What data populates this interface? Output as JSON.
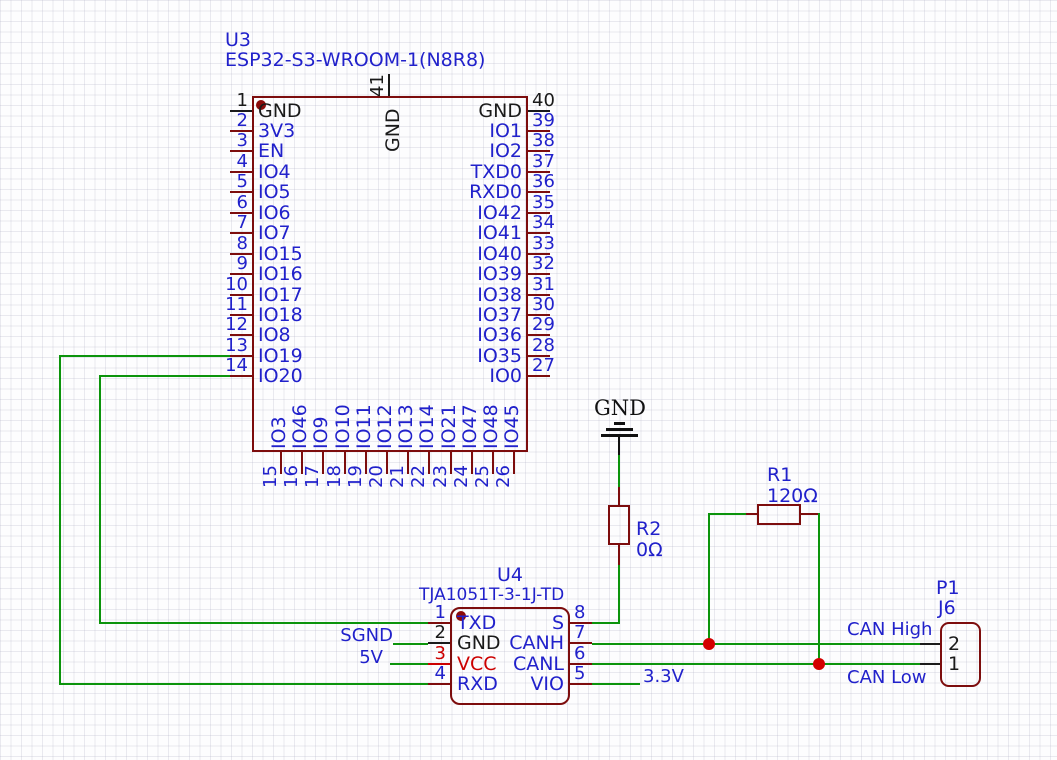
{
  "colors": {
    "wire_green": "#0c940c",
    "outline_maroon": "#7d0d0d",
    "text_blue": "#2121cb",
    "text_black": "#1a1a1a",
    "power_red": "#cc0000",
    "junction_red": "#d40000",
    "pin1_dot": "#8b0b0b"
  },
  "u3": {
    "ref": "U3",
    "value": "ESP32-S3-WROOM-1(N8R8)",
    "left_pins": [
      {
        "num": "1",
        "name": "GND",
        "type": "gnd"
      },
      {
        "num": "2",
        "name": "3V3",
        "type": "io"
      },
      {
        "num": "3",
        "name": "EN",
        "type": "io"
      },
      {
        "num": "4",
        "name": "IO4",
        "type": "io"
      },
      {
        "num": "5",
        "name": "IO5",
        "type": "io"
      },
      {
        "num": "6",
        "name": "IO6",
        "type": "io"
      },
      {
        "num": "7",
        "name": "IO7",
        "type": "io"
      },
      {
        "num": "8",
        "name": "IO15",
        "type": "io"
      },
      {
        "num": "9",
        "name": "IO16",
        "type": "io"
      },
      {
        "num": "10",
        "name": "IO17",
        "type": "io"
      },
      {
        "num": "11",
        "name": "IO18",
        "type": "io"
      },
      {
        "num": "12",
        "name": "IO8",
        "type": "io"
      },
      {
        "num": "13",
        "name": "IO19",
        "type": "io"
      },
      {
        "num": "14",
        "name": "IO20",
        "type": "io"
      }
    ],
    "right_pins": [
      {
        "num": "40",
        "name": "GND",
        "type": "gnd"
      },
      {
        "num": "39",
        "name": "IO1",
        "type": "io"
      },
      {
        "num": "38",
        "name": "IO2",
        "type": "io"
      },
      {
        "num": "37",
        "name": "TXD0",
        "type": "io"
      },
      {
        "num": "36",
        "name": "RXD0",
        "type": "io"
      },
      {
        "num": "35",
        "name": "IO42",
        "type": "io"
      },
      {
        "num": "34",
        "name": "IO41",
        "type": "io"
      },
      {
        "num": "33",
        "name": "IO40",
        "type": "io"
      },
      {
        "num": "32",
        "name": "IO39",
        "type": "io"
      },
      {
        "num": "31",
        "name": "IO38",
        "type": "io"
      },
      {
        "num": "30",
        "name": "IO37",
        "type": "io"
      },
      {
        "num": "29",
        "name": "IO36",
        "type": "io"
      },
      {
        "num": "28",
        "name": "IO35",
        "type": "io"
      },
      {
        "num": "27",
        "name": "IO0",
        "type": "io"
      }
    ],
    "top_pins": [
      {
        "num": "41",
        "name": "GND",
        "type": "gnd"
      }
    ],
    "bottom_pins": [
      {
        "num": "15",
        "name": "IO3",
        "type": "io"
      },
      {
        "num": "16",
        "name": "IO46",
        "type": "io"
      },
      {
        "num": "17",
        "name": "IO9",
        "type": "io"
      },
      {
        "num": "18",
        "name": "IO10",
        "type": "io"
      },
      {
        "num": "19",
        "name": "IO11",
        "type": "io"
      },
      {
        "num": "20",
        "name": "IO12",
        "type": "io"
      },
      {
        "num": "21",
        "name": "IO13",
        "type": "io"
      },
      {
        "num": "22",
        "name": "IO14",
        "type": "io"
      },
      {
        "num": "23",
        "name": "IO21",
        "type": "io"
      },
      {
        "num": "24",
        "name": "IO47",
        "type": "io"
      },
      {
        "num": "25",
        "name": "IO48",
        "type": "io"
      },
      {
        "num": "26",
        "name": "IO45",
        "type": "io"
      }
    ]
  },
  "u4": {
    "ref": "U4",
    "value": "TJA1051T-3-1J-TD",
    "left_pins": [
      {
        "num": "1",
        "name": "TXD",
        "type": "io"
      },
      {
        "num": "2",
        "name": "GND",
        "type": "gnd"
      },
      {
        "num": "3",
        "name": "VCC",
        "type": "pwr"
      },
      {
        "num": "4",
        "name": "RXD",
        "type": "io"
      }
    ],
    "right_pins": [
      {
        "num": "8",
        "name": "S",
        "type": "io"
      },
      {
        "num": "7",
        "name": "CANH",
        "type": "io"
      },
      {
        "num": "6",
        "name": "CANL",
        "type": "io"
      },
      {
        "num": "5",
        "name": "VIO",
        "type": "io"
      }
    ]
  },
  "r1": {
    "ref": "R1",
    "value": "120Ω"
  },
  "r2": {
    "ref": "R2",
    "value": "0Ω"
  },
  "p1": {
    "ref": "P1",
    "value": "J6",
    "pins": [
      "2",
      "1"
    ]
  },
  "power": {
    "gnd": "GND"
  },
  "net_labels": {
    "sgnd": "SGND",
    "v5": "5V",
    "v3v3": "3.3V",
    "can_high": "CAN High",
    "can_low": "CAN Low"
  }
}
